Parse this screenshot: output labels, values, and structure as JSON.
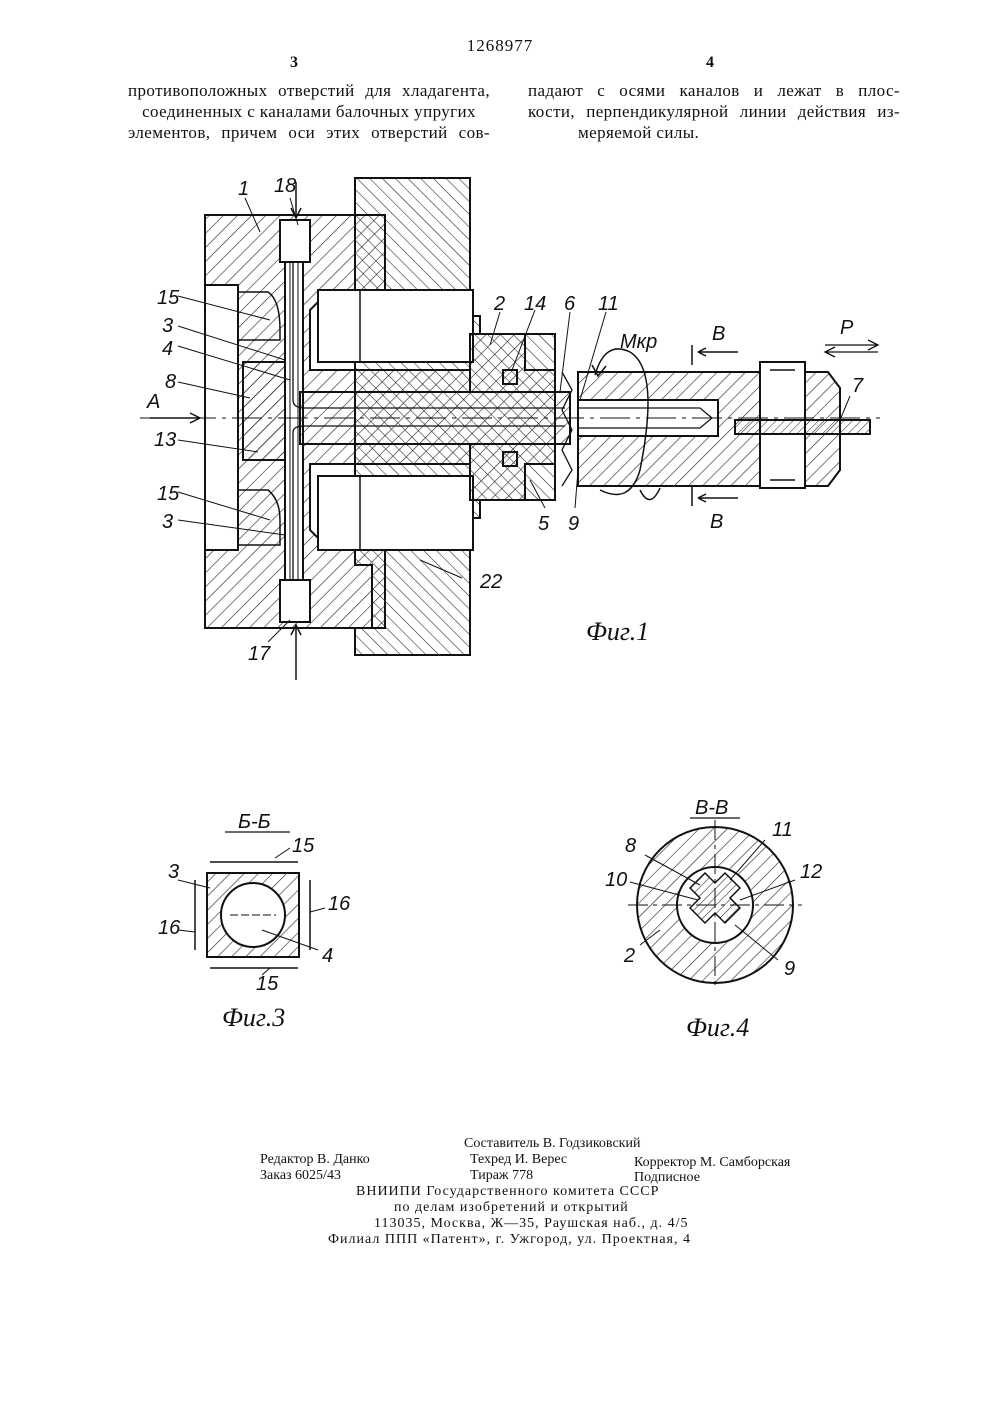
{
  "header": {
    "patent_number": "1268977",
    "col_left_number": "3",
    "col_right_number": "4"
  },
  "text": {
    "left_lines": [
      "противоположных отверстий для хладагента,",
      "соединенных с каналами балочных упругих",
      "элементов, причем оси этих отверстий сов-"
    ],
    "right_lines": [
      "падают с осями каналов и лежат в плос-",
      "кости, перпендикулярной линии действия из-",
      "меряемой силы."
    ]
  },
  "figure1": {
    "caption": "Фиг.1",
    "labels": {
      "l1": "1",
      "l18": "18",
      "l15a": "15",
      "l3a": "3",
      "l4": "4",
      "l8": "8",
      "lA": "A",
      "l13": "13",
      "l15b": "15",
      "l3b": "3",
      "l17": "17",
      "l2": "2",
      "l14": "14",
      "l6": "6",
      "l11": "11",
      "lMkr": "Мкр",
      "lB1": "В",
      "lP": "P",
      "l7": "7",
      "l22": "22",
      "l5": "5",
      "l9": "9",
      "lB2": "В"
    }
  },
  "figure3": {
    "caption": "Фиг.3",
    "section": "Б-Б",
    "labels": {
      "l15t": "15",
      "l3": "3",
      "l16r": "16",
      "l16l": "16",
      "l4": "4",
      "l15b": "15"
    }
  },
  "figure4": {
    "caption": "Фиг.4",
    "section": "В-В",
    "labels": {
      "l11": "11",
      "l8": "8",
      "l10": "10",
      "l12": "12",
      "l2": "2",
      "l9": "9"
    }
  },
  "footer": {
    "compiler": "Составитель В. Годзиковский",
    "editor": "Редактор В. Данко",
    "techred": "Техред И. Верес",
    "corrector": "Корректор М. Самборская",
    "order": "Заказ 6025/43",
    "circulation": "Тираж 778",
    "subscription": "Подписное",
    "org1": "ВНИИПИ Государственного комитета СССР",
    "org2": "по делам изобретений и открытий",
    "address": "113035, Москва, Ж—35, Раушская наб., д. 4/5",
    "branch": "Филиал ППП «Патент», г. Ужгород, ул. Проектная, 4"
  }
}
